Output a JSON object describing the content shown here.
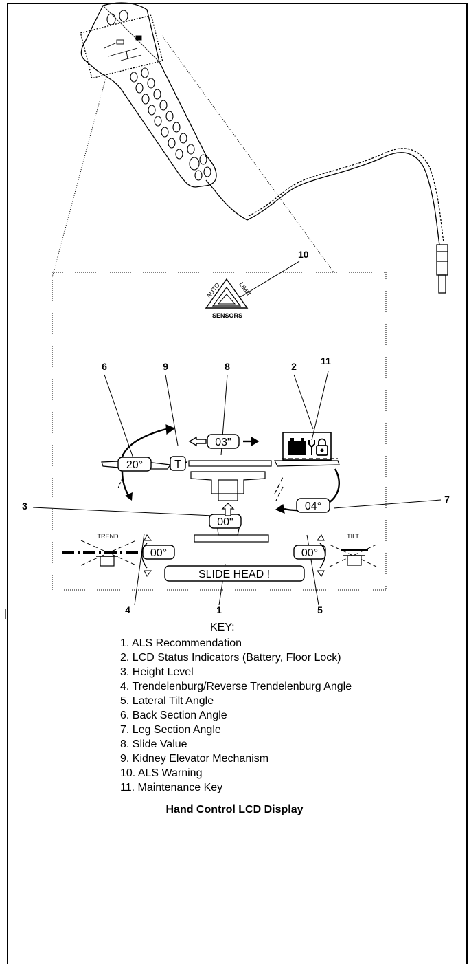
{
  "diagram": {
    "callouts": [
      "10",
      "6",
      "9",
      "8",
      "2",
      "11",
      "3",
      "7",
      "4",
      "1",
      "5"
    ],
    "lcd": {
      "sensors_label": "SENSORS",
      "auto_label": "AUTO",
      "limit_label": "LIMIT",
      "back_angle": "20°",
      "kidney": "T",
      "slide_value": "03\"",
      "leg_angle": "04°",
      "height": "00\"",
      "trend_label": "TREND",
      "trend_angle": "00°",
      "tilt_label": "TILT",
      "tilt_angle": "00°",
      "message": "SLIDE HEAD !"
    }
  },
  "key": {
    "title": "KEY:",
    "items": [
      "1.  ALS Recommendation",
      "2.  LCD Status Indicators (Battery, Floor Lock)",
      "3.  Height Level",
      "4.  Trendelenburg/Reverse Trendelenburg Angle",
      "5.  Lateral Tilt Angle",
      "6.  Back Section Angle",
      "7.  Leg Section Angle",
      "8.  Slide Value",
      "9.  Kidney Elevator Mechanism",
      "10. ALS Warning",
      "11. Maintenance Key"
    ]
  },
  "caption": "Hand Control LCD Display"
}
